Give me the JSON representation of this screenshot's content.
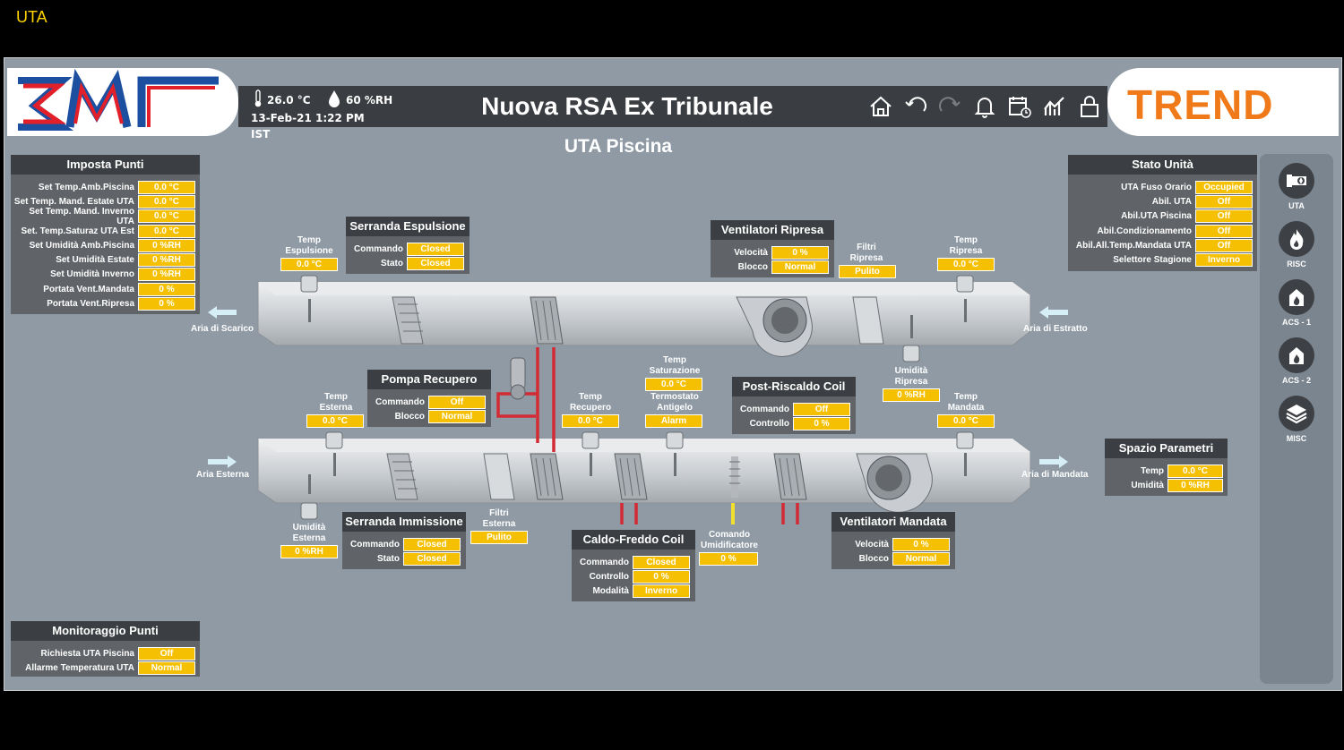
{
  "window_title": "UTA",
  "header": {
    "temperature": "26.0 °C",
    "humidity": "60 %RH",
    "datetime": "13-Feb-21 1:22 PM IST",
    "project_title": "Nuova RSA Ex Tribunale",
    "logo_left": "EMR",
    "logo_right": "TREND",
    "nav_icons": [
      "home-icon",
      "back-icon",
      "forward-icon",
      "bell-icon",
      "calendar-icon",
      "chart-icon",
      "lock-icon"
    ]
  },
  "page_title": "UTA Piscina",
  "imposta_punti": {
    "title": "Imposta Punti",
    "rows": [
      {
        "label": "Set Temp.Amb.Piscina",
        "value": "0.0 °C"
      },
      {
        "label": "Set Temp. Mand. Estate UTA",
        "value": "0.0 °C"
      },
      {
        "label": "Set Temp. Mand. Inverno UTA",
        "value": "0.0 °C"
      },
      {
        "label": "Set. Temp.Saturaz UTA Est",
        "value": "0.0 °C"
      },
      {
        "label": "Set Umidità Amb.Piscina",
        "value": "0 %RH"
      },
      {
        "label": "Set Umidità Estate",
        "value": "0 %RH"
      },
      {
        "label": "Set Umidità Inverno",
        "value": "0 %RH"
      },
      {
        "label": "Portata Vent.Mandata",
        "value": "0 %"
      },
      {
        "label": "Portata Vent.Ripresa",
        "value": "0 %"
      }
    ]
  },
  "monitoraggio": {
    "title": "Monitoraggio Punti",
    "rows": [
      {
        "label": "Richiesta UTA Piscina",
        "value": "Off"
      },
      {
        "label": "Allarme Temperatura UTA",
        "value": "Normal"
      }
    ]
  },
  "stato_unita": {
    "title": "Stato Unità",
    "rows": [
      {
        "label": "UTA Fuso Orario",
        "value": "Occupied"
      },
      {
        "label": "Abil. UTA",
        "value": "Off"
      },
      {
        "label": "Abil.UTA Piscina",
        "value": "Off"
      },
      {
        "label": "Abil.Condizionamento",
        "value": "Off"
      },
      {
        "label": "Abil.All.Temp.Mandata UTA",
        "value": "Off"
      },
      {
        "label": "Selettore Stagione",
        "value": "Inverno"
      }
    ]
  },
  "spazio_parametri": {
    "title": "Spazio Parametri",
    "rows": [
      {
        "label": "Temp",
        "value": "0.0 °C"
      },
      {
        "label": "Umidità",
        "value": "0 %RH"
      }
    ]
  },
  "serranda_espulsione": {
    "title": "Serranda Espulsione",
    "rows": [
      {
        "label": "Commando",
        "value": "Closed"
      },
      {
        "label": "Stato",
        "value": "Closed"
      }
    ]
  },
  "ventilatori_ripresa": {
    "title": "Ventilatori Ripresa",
    "rows": [
      {
        "label": "Velocità",
        "value": "0 %"
      },
      {
        "label": "Blocco",
        "value": "Normal"
      }
    ]
  },
  "pompa_recupero": {
    "title": "Pompa Recupero",
    "rows": [
      {
        "label": "Commando",
        "value": "Off"
      },
      {
        "label": "Blocco",
        "value": "Normal"
      }
    ]
  },
  "post_riscaldo": {
    "title": "Post-Riscaldo Coil",
    "rows": [
      {
        "label": "Commando",
        "value": "Off"
      },
      {
        "label": "Controllo",
        "value": "0 %"
      }
    ]
  },
  "serranda_immissione": {
    "title": "Serranda Immissione",
    "rows": [
      {
        "label": "Commando",
        "value": "Closed"
      },
      {
        "label": "Stato",
        "value": "Closed"
      }
    ]
  },
  "caldo_freddo": {
    "title": "Caldo-Freddo Coil",
    "rows": [
      {
        "label": "Commando",
        "value": "Closed"
      },
      {
        "label": "Controllo",
        "value": "0 %"
      },
      {
        "label": "Modalità",
        "value": "Inverno"
      }
    ]
  },
  "ventilatori_mandata": {
    "title": "Ventilatori Mandata",
    "rows": [
      {
        "label": "Velocità",
        "value": "0 %"
      },
      {
        "label": "Blocco",
        "value": "Normal"
      }
    ]
  },
  "sensors": {
    "temp_espulsione": {
      "label": "Temp Espulsione",
      "value": "0.0 °C"
    },
    "filtri_ripresa": {
      "label": "Filtri Ripresa",
      "value": "Pulito"
    },
    "temp_ripresa": {
      "label": "Temp Ripresa",
      "value": "0.0 °C"
    },
    "temp_saturazione": {
      "label": "Temp Saturazione",
      "value": "0.0 °C"
    },
    "termostato_antigelo": {
      "label": "Termostato Antigelo",
      "value": "Alarm"
    },
    "umidita_ripresa": {
      "label": "Umidità Ripresa",
      "value": "0 %RH"
    },
    "temp_esterna": {
      "label": "Temp Esterna",
      "value": "0.0 °C"
    },
    "temp_recupero": {
      "label": "Temp Recupero",
      "value": "0.0 °C"
    },
    "temp_mandata": {
      "label": "Temp Mandata",
      "value": "0.0 °C"
    },
    "umidita_esterna": {
      "label": "Umidità Esterna",
      "value": "0 %RH"
    },
    "filtri_esterna": {
      "label": "Filtri Esterna",
      "value": "Pulito"
    },
    "comando_umidificatore": {
      "label": "Comando Umidificatore",
      "value": "0 %"
    }
  },
  "airflow": {
    "scarico": "Aria di Scarico",
    "estratto": "Aria di Estratto",
    "esterna": "Aria Esterna",
    "mandata": "Aria di Mandata"
  },
  "sidebar": [
    {
      "label": "UTA",
      "icon": "ahu-icon"
    },
    {
      "label": "RISC",
      "icon": "flame-icon"
    },
    {
      "label": "ACS - 1",
      "icon": "water-heater-icon"
    },
    {
      "label": "ACS - 2",
      "icon": "water-heater-icon"
    },
    {
      "label": "MISC",
      "icon": "layers-icon"
    }
  ],
  "colors": {
    "title": "#ffd400",
    "value_bg": "#f5c001",
    "panel_bg": "#606368",
    "panel_head": "#3b3e42",
    "canvas": "#8f9aa5",
    "emr_red": "#e3202a",
    "emr_blue": "#1d4fa0",
    "trend_orange": "#f07a1a"
  }
}
